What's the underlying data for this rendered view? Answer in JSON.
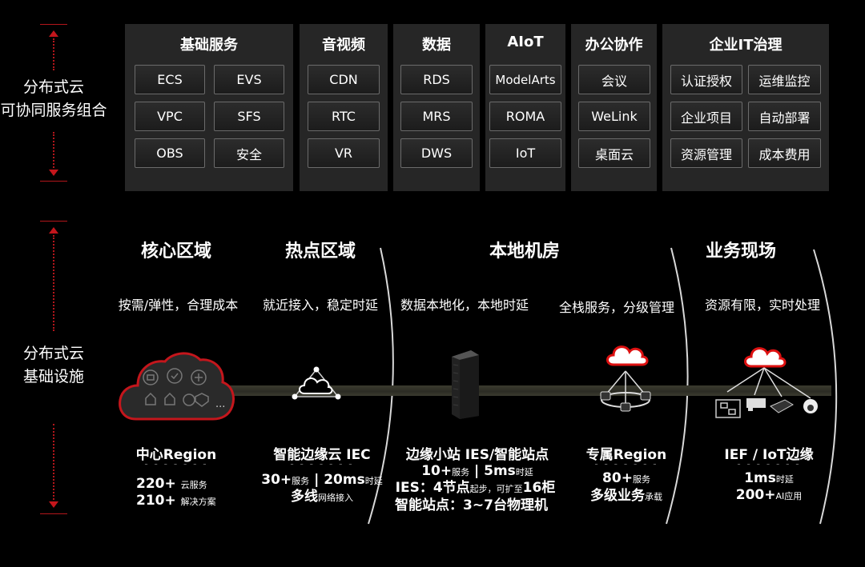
{
  "side": {
    "top_line1": "分布式云",
    "top_line2": "可协同服务组合",
    "bottom_line1": "分布式云",
    "bottom_line2": "基础设施"
  },
  "groups": [
    {
      "title": "基础服务",
      "items": [
        "ECS",
        "EVS",
        "VPC",
        "SFS",
        "OBS",
        "安全"
      ]
    },
    {
      "title": "音视频",
      "items": [
        "CDN",
        "RTC",
        "VR"
      ]
    },
    {
      "title": "数据",
      "items": [
        "RDS",
        "MRS",
        "DWS"
      ]
    },
    {
      "title": "AIoT",
      "items": [
        "ModelArts",
        "ROMA",
        "IoT"
      ]
    },
    {
      "title": "办公协作",
      "items": [
        "会议",
        "WeLink",
        "桌面云"
      ]
    },
    {
      "title": "企业IT治理",
      "items": [
        "认证授权",
        "运维监控",
        "企业项目",
        "自动部署",
        "资源管理",
        "成本费用"
      ]
    }
  ],
  "zones": [
    {
      "title": "核心区域",
      "subtitle": "按需/弹性，合理成本"
    },
    {
      "title": "热点区域",
      "subtitle": "就近接入，稳定时延"
    },
    {
      "title": "本地机房",
      "subtitle": "数据本地化，本地时延"
    },
    {
      "title": "",
      "subtitle": "全栈服务，分级管理"
    },
    {
      "title": "业务现场",
      "subtitle": "资源有限，实时处理"
    }
  ],
  "regions": {
    "center": {
      "name": "中心Region",
      "l1_num": "220+",
      "l1_unit": "云服务",
      "l2_num": "210+",
      "l2_unit": "解决方案",
      "more": "..."
    },
    "iec": {
      "name": "智能边缘云 IEC",
      "l1_a": "30+",
      "l1_b": "服务",
      "l1_c": "| 20ms",
      "l1_d": "时延",
      "l2_a": "多线",
      "l2_b": "网络接入"
    },
    "ies": {
      "name": "边缘小站 IES/智能站点",
      "l1_a": "10+",
      "l1_b": "服务",
      "l1_c": "| 5ms",
      "l1_d": "时延",
      "l2_a": "IES：4节点",
      "l2_b": "起步，可扩至",
      "l2_c": "16柜",
      "l3": "智能站点：3~7台物理机"
    },
    "dedicated": {
      "name": "专属Region",
      "l1_a": "80+",
      "l1_b": "服务",
      "l2_a": "多级业务",
      "l2_b": "承载"
    },
    "ief": {
      "name": "IEF / IoT边缘",
      "l1_a": "1ms",
      "l1_b": "时延",
      "l2_a": "200+",
      "l2_b": "AI应用"
    }
  },
  "dash_text": "- - - - - - -",
  "colors": {
    "accent": "#c4161c",
    "panel": "#262626",
    "box_border": "#6b6b6b"
  }
}
